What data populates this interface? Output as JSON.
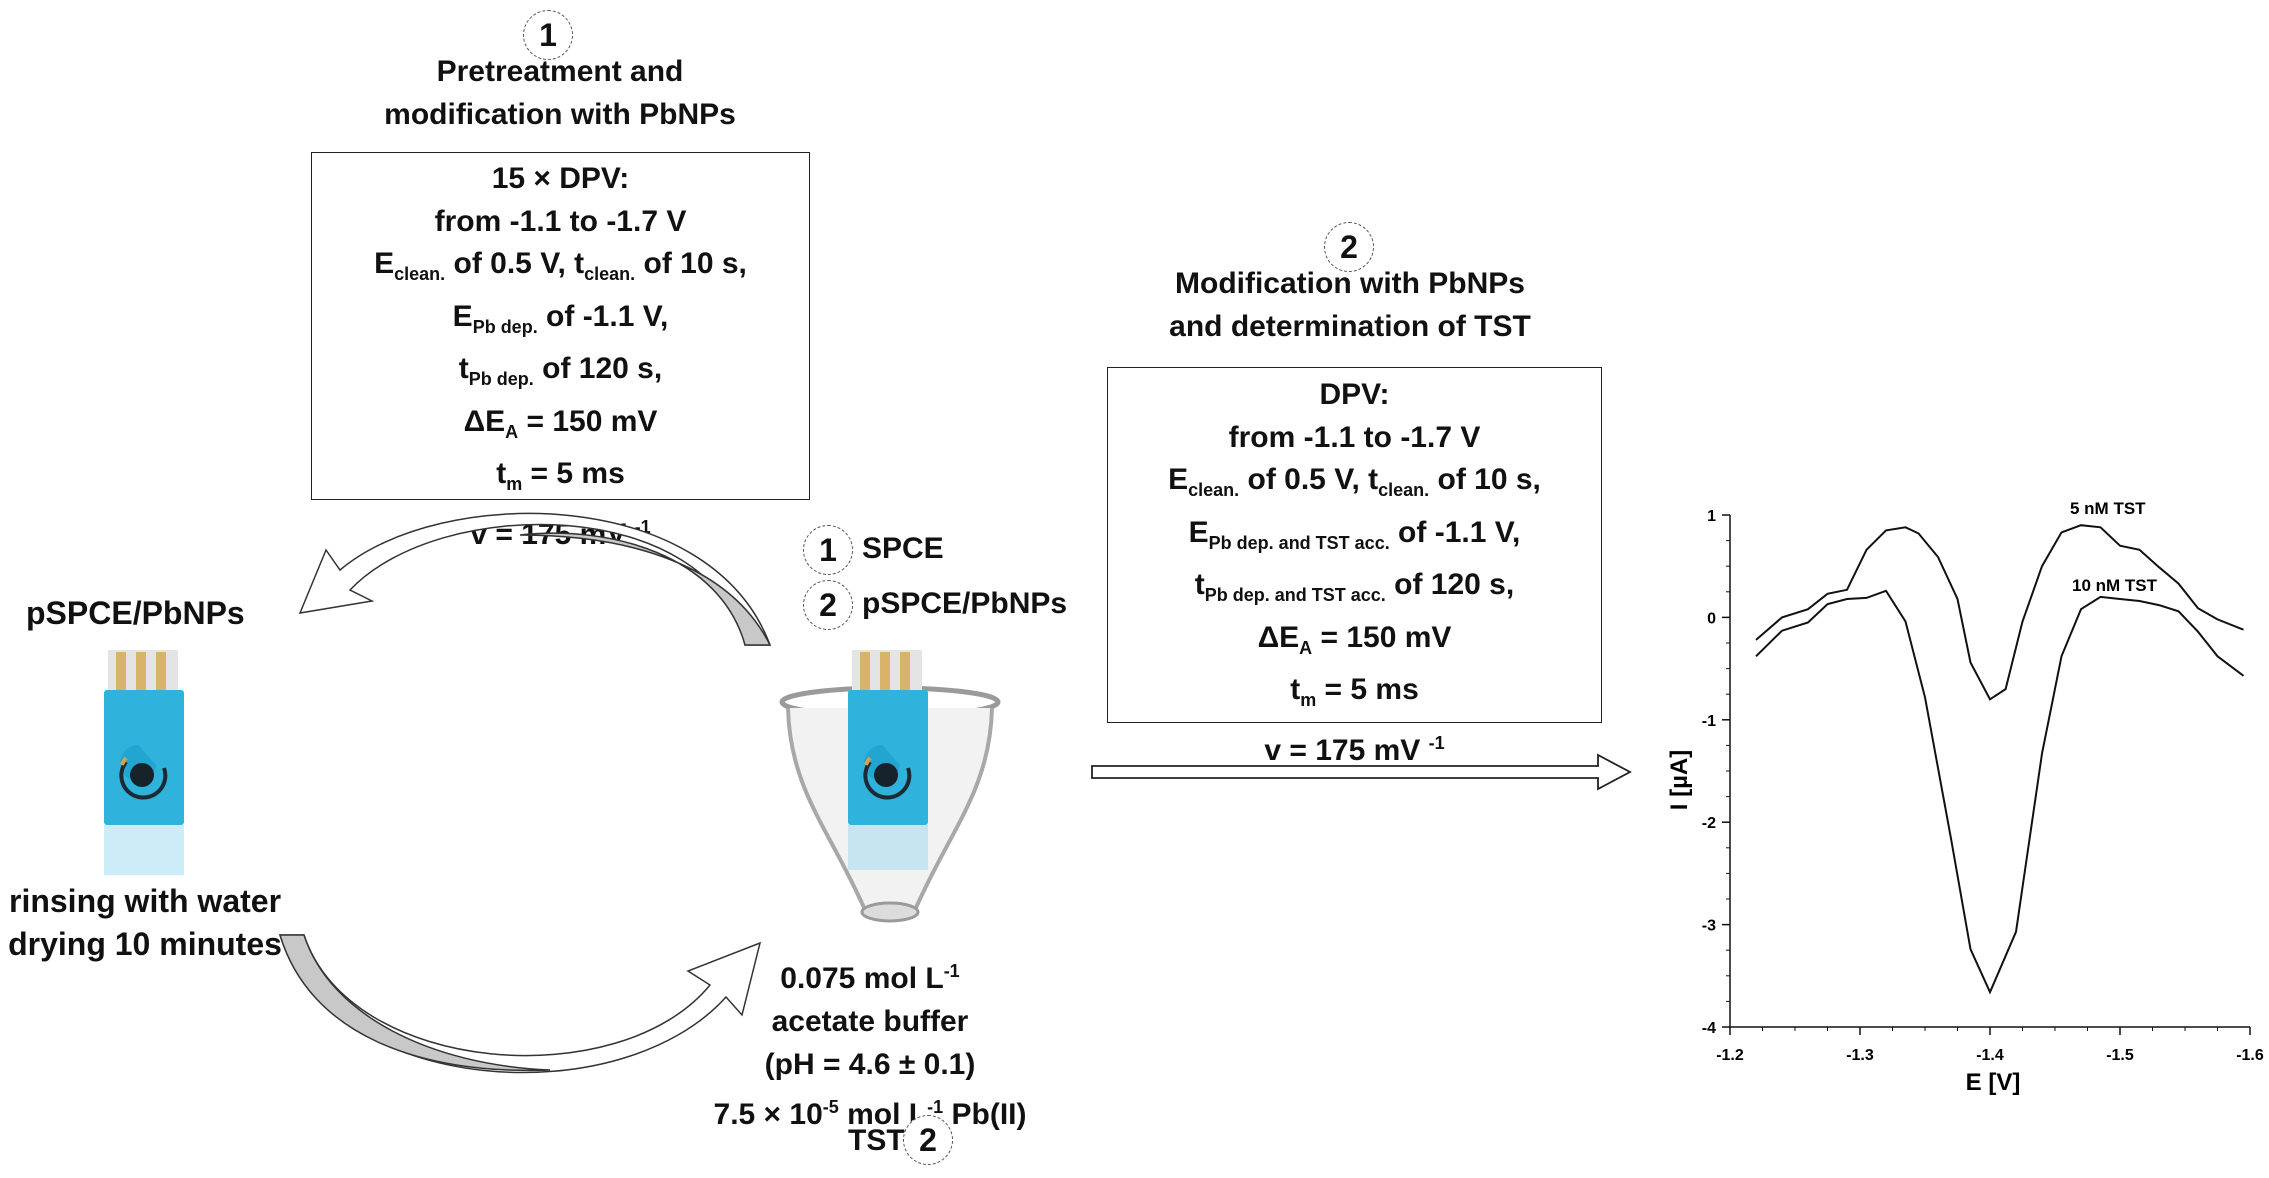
{
  "step1": {
    "number": "1",
    "title_line1": "Pretreatment and",
    "title_line2": "modification with PbNPs",
    "box": {
      "l1": "15 × DPV:",
      "l2": "from -1.1 to -1.7 V",
      "l3_a": "E",
      "l3_a_sub": "clean.",
      "l3_b": " of 0.5 V, t",
      "l3_b_sub": "clean.",
      "l3_c": "  of 10 s,",
      "l4_a": "E",
      "l4_a_sub": "Pb dep.",
      "l4_b": "  of -1.1 V,",
      "l5_a": "t",
      "l5_a_sub": "Pb dep.",
      "l5_b": " of 120 s,",
      "l6_a": "ΔE",
      "l6_a_sub": "A",
      "l6_b": " = 150 mV",
      "l7_a": "t",
      "l7_a_sub": "m",
      "l7_b": " = 5 ms",
      "l8_a": "v = 175 mV ",
      "l8_sup": "-1"
    }
  },
  "step2": {
    "number": "2",
    "title_line1": "Modification with PbNPs",
    "title_line2": "and determination of TST",
    "box": {
      "l1": "DPV:",
      "l2": "from -1.1 to -1.7 V",
      "l3_a": "E",
      "l3_a_sub": "clean.",
      "l3_b": " of 0.5 V, t",
      "l3_b_sub": "clean.",
      "l3_c": "  of 10 s,",
      "l4_a": "E",
      "l4_a_sub": "Pb dep. and TST acc.",
      "l4_b": " of -1.1 V,",
      "l5_a": "t",
      "l5_a_sub": "Pb dep. and TST acc.",
      "l5_b": " of 120 s,",
      "l6_a": "ΔE",
      "l6_a_sub": "A",
      "l6_b": " = 150 mV",
      "l7_a": "t",
      "l7_a_sub": "m",
      "l7_b": " = 5 ms",
      "l8_a": "v = 175 mV ",
      "l8_sup": "-1"
    }
  },
  "electrode_label": "pSPCE/PbNPs",
  "rinse_line1": "rinsing with water",
  "rinse_line2": "drying 10 minutes",
  "legend": {
    "n1": "1",
    "t1": "SPCE",
    "n2": "2",
    "t2": "pSPCE/PbNPs"
  },
  "solution": {
    "l1_a": "0.075 mol L",
    "l1_sup": "-1",
    "l2": "acetate buffer",
    "l3": "(pH = 4.6 ± 0.1)",
    "l4_a": "7.5 × 10",
    "l4_sup": "-5",
    "l4_b": " mol L",
    "l4_sup2": "-1",
    "l4_c": " Pb(II)",
    "l5": "TST",
    "l5_num": "2"
  },
  "chart_data": {
    "type": "line",
    "xlabel": "E [V]",
    "ylabel": "I [µA]",
    "xlim": [
      -1.2,
      -1.6
    ],
    "ylim": [
      -4,
      1
    ],
    "xticks": [
      "-1.2",
      "-1.3",
      "-1.4",
      "-1.5",
      "-1.6"
    ],
    "yticks": [
      "1",
      "0",
      "-1",
      "-2",
      "-3",
      "-4"
    ],
    "series": [
      {
        "name": "5 nM TST",
        "x": [
          -1.22,
          -1.24,
          -1.26,
          -1.275,
          -1.29,
          -1.305,
          -1.32,
          -1.335,
          -1.345,
          -1.36,
          -1.375,
          -1.385,
          -1.4,
          -1.412,
          -1.425,
          -1.44,
          -1.455,
          -1.47,
          -1.485,
          -1.5,
          -1.515,
          -1.53,
          -1.545,
          -1.56,
          -1.575,
          -1.595
        ],
        "y": [
          -0.22,
          0.0,
          0.08,
          0.23,
          0.27,
          0.66,
          0.85,
          0.88,
          0.82,
          0.59,
          0.18,
          -0.44,
          -0.8,
          -0.7,
          -0.04,
          0.5,
          0.83,
          0.9,
          0.88,
          0.7,
          0.66,
          0.49,
          0.33,
          0.09,
          -0.02,
          -0.12
        ]
      },
      {
        "name": "10 nM TST",
        "x": [
          -1.22,
          -1.24,
          -1.26,
          -1.275,
          -1.29,
          -1.305,
          -1.32,
          -1.335,
          -1.35,
          -1.37,
          -1.385,
          -1.4,
          -1.42,
          -1.44,
          -1.455,
          -1.47,
          -1.485,
          -1.5,
          -1.515,
          -1.53,
          -1.545,
          -1.56,
          -1.575,
          -1.595
        ],
        "y": [
          -0.38,
          -0.13,
          -0.05,
          0.13,
          0.18,
          0.19,
          0.26,
          -0.04,
          -0.78,
          -2.16,
          -3.24,
          -3.66,
          -3.07,
          -1.33,
          -0.38,
          0.08,
          0.2,
          0.18,
          0.16,
          0.12,
          0.06,
          -0.14,
          -0.38,
          -0.57
        ]
      }
    ],
    "annotations": [
      "5 nM TST",
      "10 nM TST"
    ]
  },
  "colors": {
    "electrode_body": "#2fb3dc",
    "electrode_contacts": "#d7b46a",
    "arrow_fill": "#c8c8c8",
    "line": "#111111"
  }
}
